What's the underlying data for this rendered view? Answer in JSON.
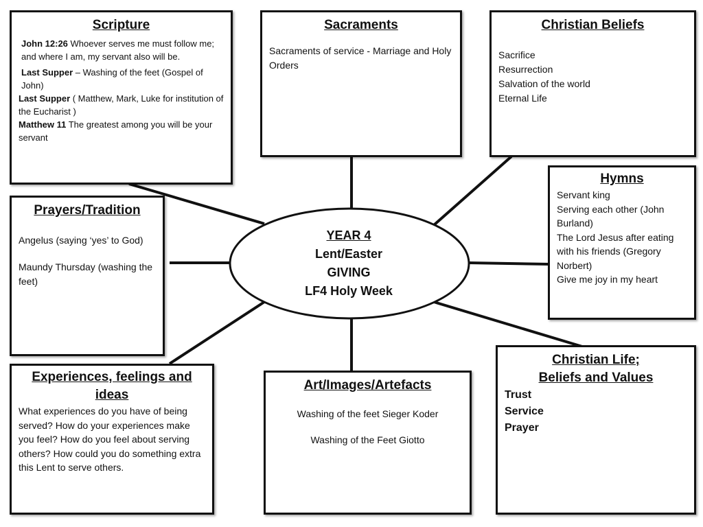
{
  "center": {
    "title": "YEAR 4",
    "lines": [
      "Lent/Easter",
      "GIVING",
      "LF4 Holy Week"
    ]
  },
  "scripture": {
    "title": "Scripture",
    "john_ref": "John 12:26",
    "john_text": " Whoever serves me must follow me; and where I am, my servant also will be.",
    "last_supper_1_ref": "Last Supper",
    "last_supper_1_text": " – Washing of the feet (Gospel of John)",
    "last_supper_2_ref": "Last Supper",
    "last_supper_2_text": " ( Matthew, Mark, Luke for institution of the Eucharist )",
    "matthew_ref": "Matthew 11",
    "matthew_text": " The greatest among you will be your servant"
  },
  "sacraments": {
    "title": "Sacraments",
    "text": "Sacraments of service  - Marriage and Holy Orders"
  },
  "beliefs": {
    "title": "Christian Beliefs",
    "items": [
      "Sacrifice",
      "Resurrection",
      "Salvation of the world",
      "Eternal Life"
    ]
  },
  "hymns": {
    "title": "Hymns",
    "items": [
      "Servant king",
      "Serving each other (John Burland)",
      "The Lord Jesus after eating with his friends (Gregory Norbert)",
      "Give me joy in my heart"
    ]
  },
  "prayers": {
    "title": "Prayers/Tradition",
    "items": [
      "Angelus (saying ‘yes’ to God)",
      "Maundy Thursday (washing the feet)"
    ]
  },
  "experiences": {
    "title": "Experiences, feelings and ideas",
    "text": "What experiences do you have of being served? How do your experiences make you feel? How do you feel about serving others? How could you do something extra this Lent to serve others."
  },
  "art": {
    "title": "Art/Images/Artefacts",
    "items": [
      "Washing of the feet Sieger Koder",
      "Washing of the Feet  Giotto"
    ]
  },
  "life": {
    "title_line1": "Christian Life;",
    "title_line2": "Beliefs and Values",
    "items": [
      "Trust",
      "Service",
      "Prayer"
    ]
  }
}
